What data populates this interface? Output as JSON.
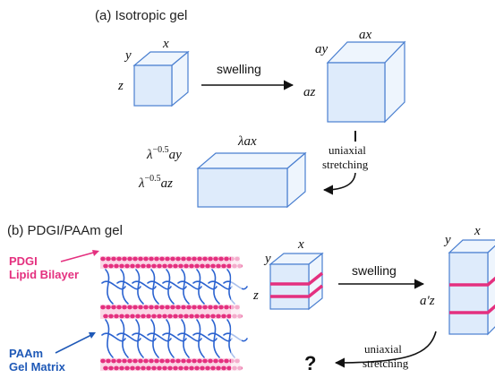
{
  "panel_a": {
    "heading": "(a) Isotropic gel",
    "cube_small": {
      "x": "x",
      "y": "y",
      "z": "z"
    },
    "arrow_swelling": "swelling",
    "cube_large": {
      "x": "ax",
      "y": "ay",
      "z": "az"
    },
    "arrow_stretch_line1": "uniaxial",
    "arrow_stretch_line2": "stretching",
    "box_stretched": {
      "x": "λax",
      "y_base": "λ",
      "y_exp": "−0.5",
      "y_tail": "ay",
      "z_base": "λ",
      "z_exp": "−0.5",
      "z_tail": "az"
    }
  },
  "panel_b": {
    "heading": "(b) PDGI/PAAm gel",
    "label_pdgi_1": "PDGI",
    "label_pdgi_2": "Lipid Bilayer",
    "label_paam_1": "PAAm",
    "label_paam_2": "Gel Matrix",
    "cube_small": {
      "x": "x",
      "y": "y",
      "z": "z"
    },
    "arrow_swelling": "swelling",
    "tall_block": {
      "x": "x",
      "y": "y",
      "z": "a′z"
    },
    "arrow_stretch_line1": "uniaxial",
    "arrow_stretch_line2": "stretching",
    "question": "?"
  },
  "colors": {
    "box_fill": "#deebfb",
    "box_side": "#eef5fd",
    "box_stroke": "#4a7fd0",
    "bilayer": "#e4307f",
    "gel_blue": "#2a62d0",
    "label_pink": "#e4307f",
    "label_blue": "#1f59b7"
  }
}
